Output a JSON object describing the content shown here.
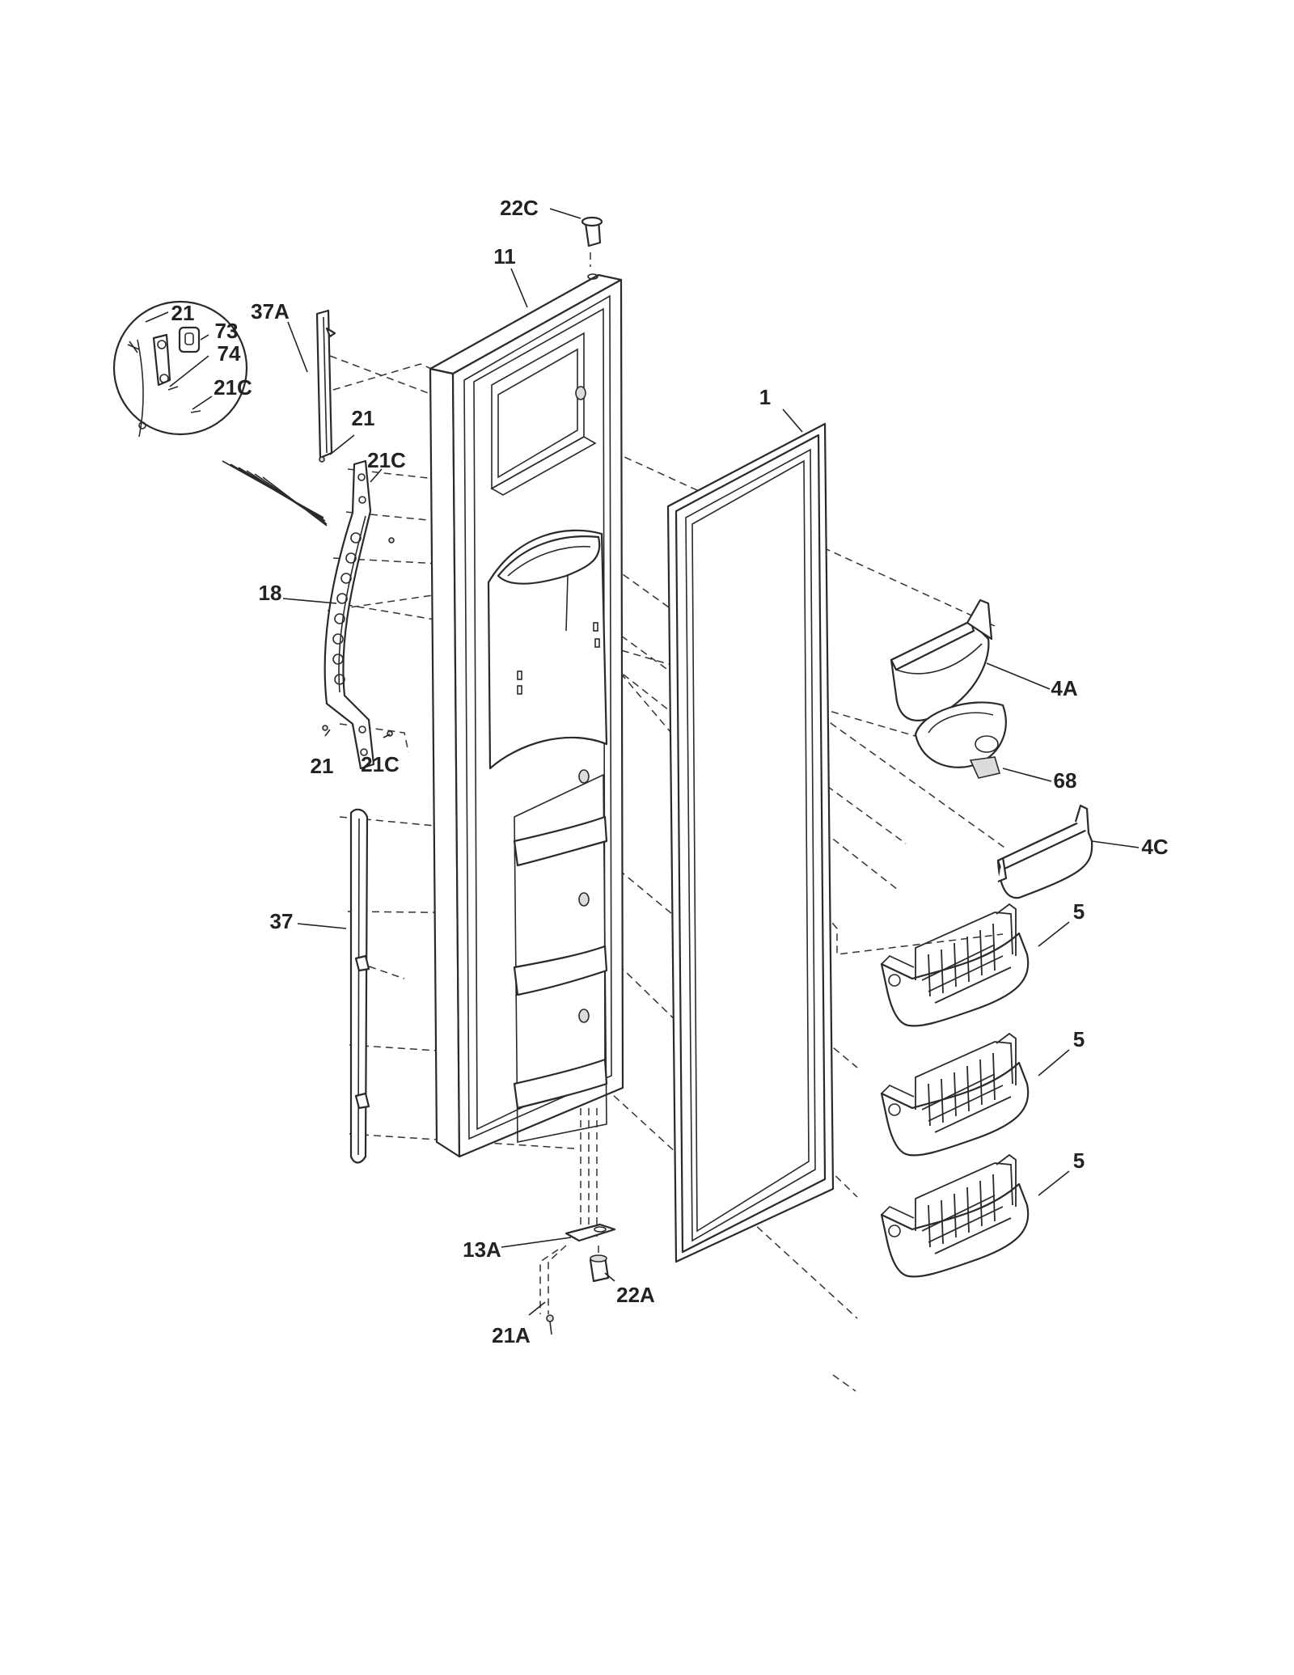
{
  "labels": {
    "1": "1",
    "5": "5",
    "11": "11",
    "18": "18",
    "21": "21",
    "21A": "21A",
    "21C": "21C",
    "22A": "22A",
    "22C": "22C",
    "37": "37",
    "37A": "37A",
    "4A": "4A",
    "4C": "4C",
    "68": "68",
    "73": "73",
    "74": "74",
    "13A": "13A"
  }
}
